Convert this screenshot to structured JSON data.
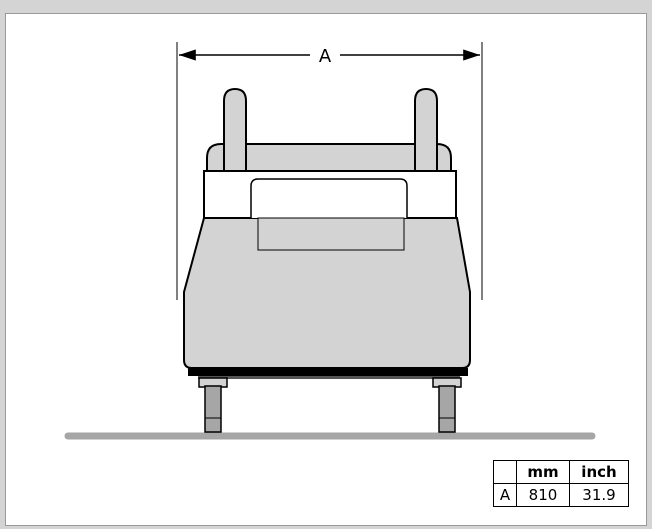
{
  "diagram": {
    "dimension_label": "A"
  },
  "dimensions_table": {
    "headers": [
      "",
      "mm",
      "inch"
    ],
    "rows": [
      {
        "label": "A",
        "mm": "810",
        "inch": "31.9"
      }
    ]
  },
  "colors": {
    "background": "#d4d4d4",
    "panel": "#ffffff",
    "machine_body": "#d3d3d3",
    "outline": "#000000",
    "floor": "#a6a6a6"
  }
}
